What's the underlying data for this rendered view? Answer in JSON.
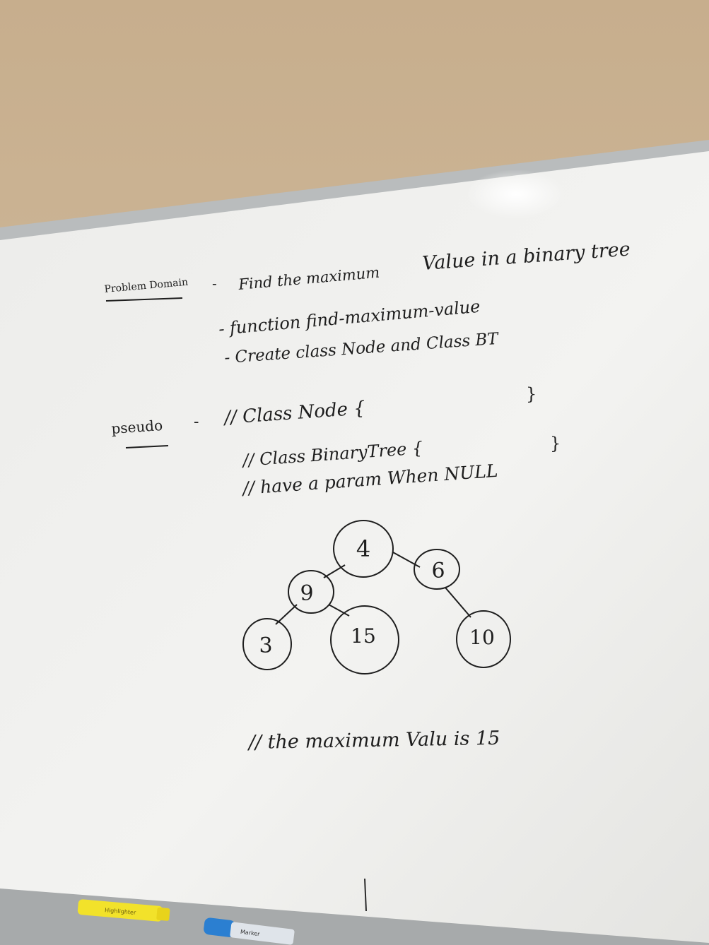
{
  "board": {
    "lines": {
      "problem_domain_label": "Problem Domain",
      "line1_dash": "-",
      "line1_a": "Find the maximum",
      "line1_b": "Value in a binary tree",
      "line2": "- function find-maximum-value",
      "line3": "- Create class Node and Class BT",
      "pseudo_label": "pseudo",
      "pseudo_dash": "-",
      "pseudo1": "// Class Node {",
      "pseudo1_close": "}",
      "pseudo2": "// Class BinaryTree {",
      "pseudo2_close": "}",
      "pseudo3": "// have a param When NULL",
      "conclusion": "// the maximum Valu is 15"
    },
    "tree": {
      "root": "4",
      "left": "9",
      "right": "6",
      "left_left": "3",
      "left_right": "15",
      "right_right": "10"
    }
  },
  "markers": {
    "yellow_label": "Highlighter",
    "blue_label": "Marker"
  },
  "colors": {
    "wall": "#c9b191",
    "board": "#f2f2ef",
    "frame": "#b9bcbd",
    "ink": "#1e1e1e",
    "yellow_marker": "#f2e22a",
    "blue_marker": "#2b7fd1"
  }
}
